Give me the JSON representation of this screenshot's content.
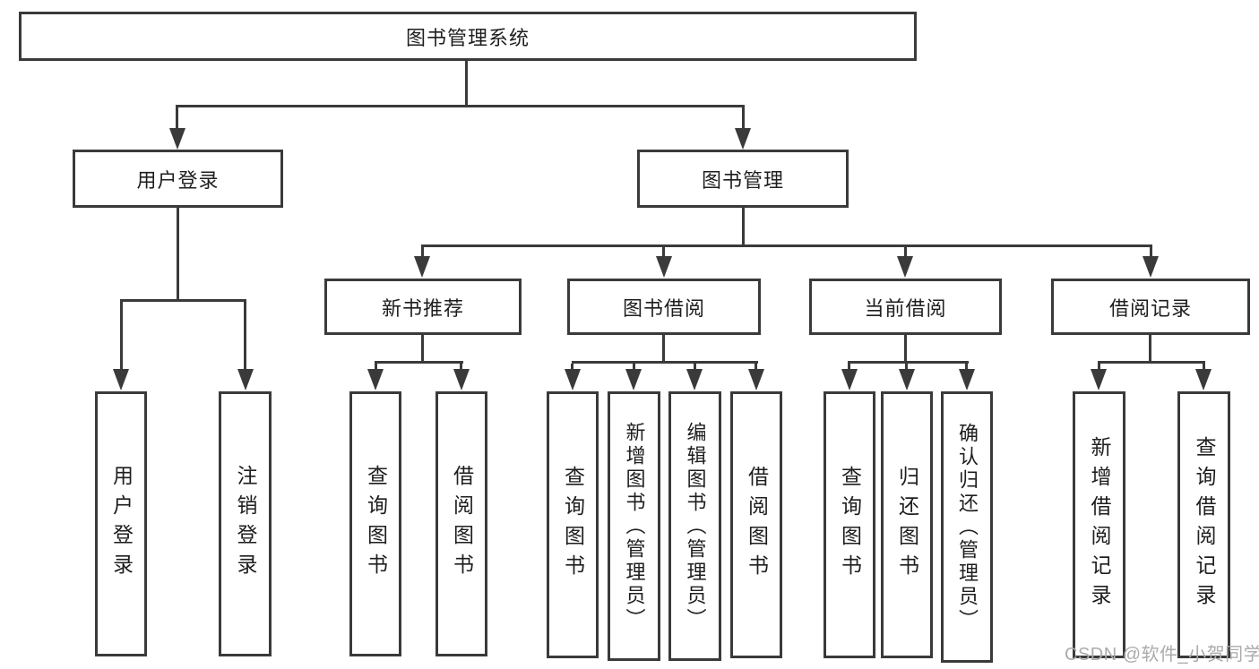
{
  "nodes": {
    "root": "图书管理系统",
    "user_login": "用户登录",
    "book_mgmt": "图书管理",
    "user_login_children": [
      "用户登录",
      "注销登录"
    ],
    "book_mgmt_children": [
      "新书推荐",
      "图书借阅",
      "当前借阅",
      "借阅记录"
    ],
    "new_book_children": [
      "查询图书",
      "借阅图书"
    ],
    "book_borrow_children": [
      "查询图书",
      "新增图书（管理员）",
      "编辑图书（管理员）",
      "借阅图书"
    ],
    "current_borrow_children": [
      "查询图书",
      "归还图书",
      "确认归还（管理员）"
    ],
    "borrow_record_children": [
      "新增借阅记录",
      "查询借阅记录"
    ]
  },
  "watermark": "CSDN @软件_小贺同学",
  "colors": {
    "line": "#3a3a3a",
    "text": "#1e1e1e",
    "box_bg": "#ffffff",
    "watermark": "#ababab",
    "background": "#ffffff"
  }
}
